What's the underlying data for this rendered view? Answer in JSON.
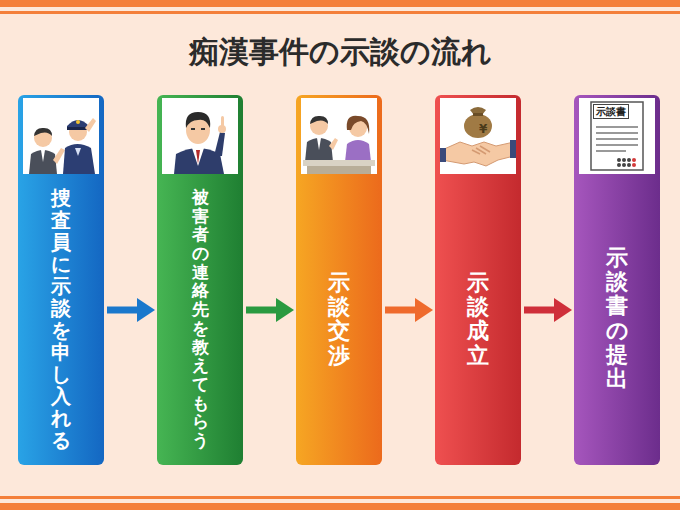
{
  "diagram": {
    "title": "痴漢事件の示談の流れ",
    "nodes": [
      {
        "text": [
          "捜査員に示談を申し入れる"
        ]
      },
      {
        "text": [
          "被害者の連絡先を教えてもらう"
        ]
      },
      {
        "text": [
          "示談交渉"
        ]
      },
      {
        "text": [
          "示談成立"
        ]
      },
      {
        "text": [
          "示談書の提出"
        ]
      }
    ],
    "edges": [
      {
        "from": 0,
        "to": 1,
        "arrow": "to"
      },
      {
        "from": 1,
        "to": 2,
        "arrow": "to"
      },
      {
        "from": 2,
        "to": 3,
        "arrow": "to"
      },
      {
        "from": 3,
        "to": 4,
        "arrow": "to"
      }
    ],
    "labels": [
      "¥",
      "示談書"
    ]
  }
}
